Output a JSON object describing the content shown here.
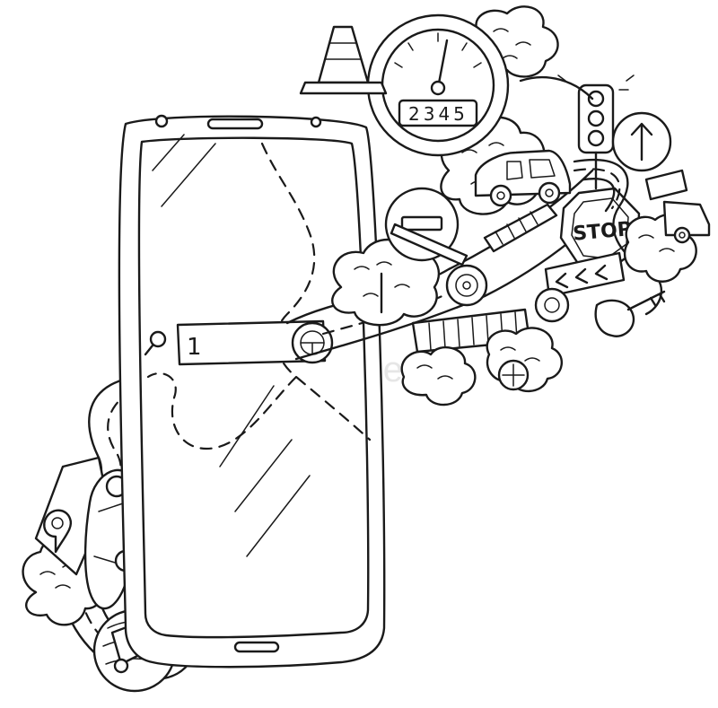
{
  "illustration": {
    "odometer_text": "2345",
    "stop_sign_text": "STOP",
    "search_box_text": "1",
    "watermark_text": "dreamstime",
    "colors": {
      "ink": "#1a1a1a",
      "paper": "#ffffff"
    }
  },
  "icons": [
    "smartphone-icon",
    "search-icon",
    "steering-wheel-icon",
    "traffic-cone-icon",
    "speedometer-icon",
    "traffic-light-icon",
    "car-icon",
    "stop-sign-icon",
    "direction-arrow-icon",
    "map-pin-icon",
    "tree-icon",
    "barrier-icon",
    "gear-icon"
  ]
}
